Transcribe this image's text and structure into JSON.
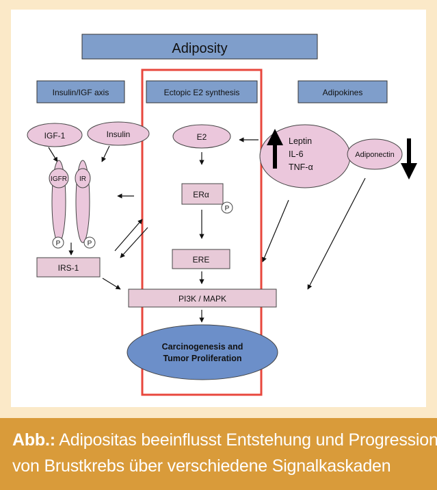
{
  "diagram": {
    "title": "Adiposity",
    "columns": {
      "left": "Insulin/IGF axis",
      "center": "Ectopic E2 synthesis",
      "right": "Adipokines"
    },
    "nodes": {
      "igf1": "IGF-1",
      "insulin": "Insulin",
      "igfr": "IGFR",
      "ir": "IR",
      "p": "P",
      "irs1": "IRS-1",
      "e2": "E2",
      "er_alpha": "ERα",
      "ere": "ERE",
      "leptin": "Leptin",
      "il6": "IL-6",
      "tnf": "TNF-α",
      "adiponectin": "Adiponectin",
      "pathway": "PI3K / MAPK",
      "outcome_line1": "Carcinogenesis and",
      "outcome_line2": "Tumor Proliferation"
    },
    "colors": {
      "box_blue": "#7f9ecb",
      "box_pink": "#e8cad8",
      "ellipse_pink": "#ebc7dc",
      "outcome_blue": "#6c8fc9",
      "highlight_red": "#e8473d"
    }
  },
  "caption": {
    "label": "Abb.:",
    "line1_rest": " Adipositas beeinflusst Entstehung und Progression",
    "line2": "von Brustkrebs über verschiedene Signalkaskaden"
  }
}
